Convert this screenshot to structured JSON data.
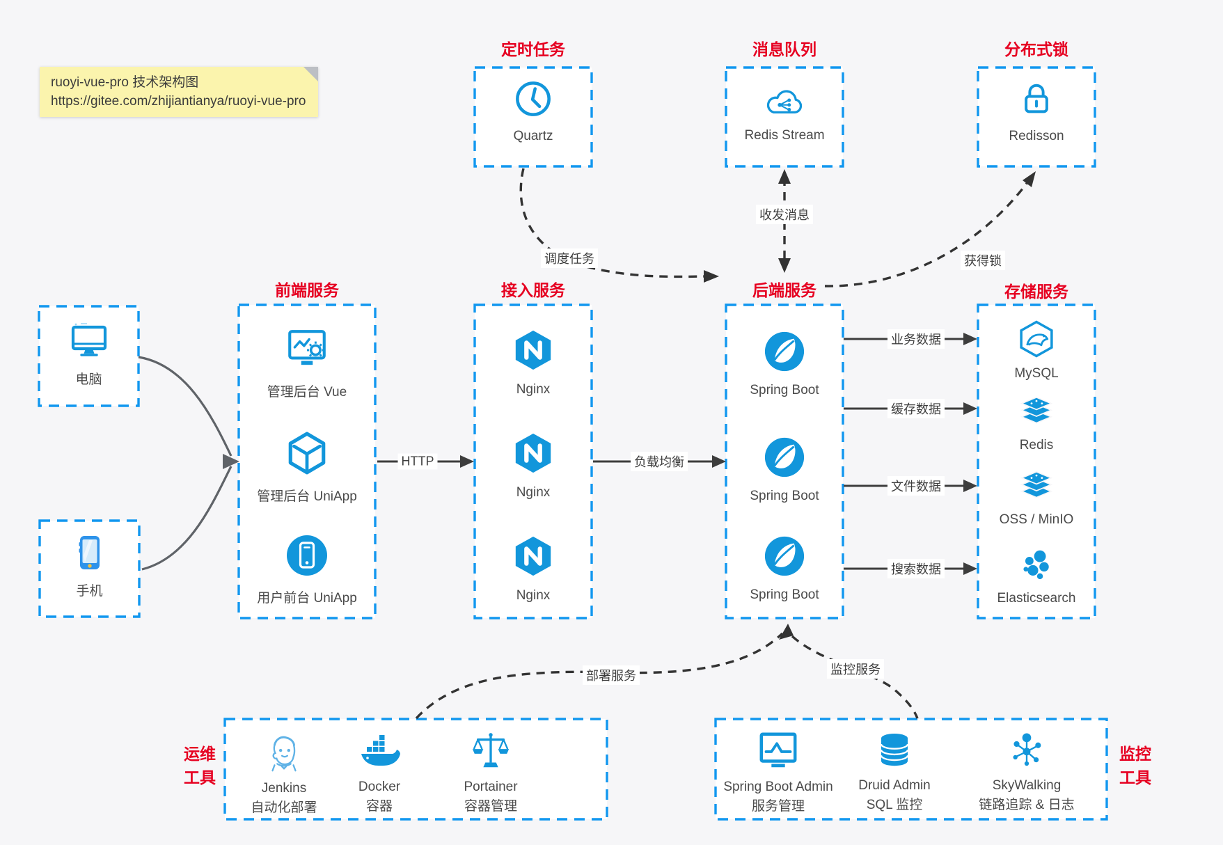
{
  "colors": {
    "page_bg": "#f6f6f8",
    "box_border_blue": "#1197ef",
    "icon_blue": "#1296db",
    "title_red": "#e60021",
    "arrow_dark": "#3d3d3d",
    "device_arrow_gray": "#5f6368",
    "note_bg": "#fbf4ad",
    "label_text": "#4a4a4a"
  },
  "note": {
    "line1": "ruoyi-vue-pro 技术架构图",
    "line2": "https://gitee.com/zhijiantianya/ruoyi-vue-pro"
  },
  "top_groups": [
    {
      "title": "定时任务",
      "item": {
        "icon": "clock-icon",
        "label": "Quartz"
      }
    },
    {
      "title": "消息队列",
      "item": {
        "icon": "mq-cloud-icon",
        "label": "Redis Stream"
      }
    },
    {
      "title": "分布式锁",
      "item": {
        "icon": "lock-icon",
        "label": "Redisson"
      }
    }
  ],
  "clients": [
    {
      "icon": "desktop-icon",
      "label": "电脑"
    },
    {
      "icon": "smartphone-icon",
      "label": "手机"
    }
  ],
  "columns": [
    {
      "title": "前端服务",
      "items": [
        {
          "icon": "admin-vue-icon",
          "label": "管理后台 Vue"
        },
        {
          "icon": "uniapp-cube-icon",
          "label": "管理后台 UniApp"
        },
        {
          "icon": "user-app-icon",
          "label": "用户前台 UniApp"
        }
      ]
    },
    {
      "title": "接入服务",
      "items": [
        {
          "icon": "nginx-icon",
          "label": "Nginx"
        },
        {
          "icon": "nginx-icon",
          "label": "Nginx"
        },
        {
          "icon": "nginx-icon",
          "label": "Nginx"
        }
      ]
    },
    {
      "title": "后端服务",
      "items": [
        {
          "icon": "spring-icon",
          "label": "Spring Boot"
        },
        {
          "icon": "spring-icon",
          "label": "Spring Boot"
        },
        {
          "icon": "spring-icon",
          "label": "Spring Boot"
        }
      ]
    },
    {
      "title": "存储服务",
      "items": [
        {
          "icon": "mysql-icon",
          "label": "MySQL"
        },
        {
          "icon": "redis-stack-icon",
          "label": "Redis"
        },
        {
          "icon": "oss-stack-icon",
          "label": "OSS / MinIO"
        },
        {
          "icon": "elasticsearch-icon",
          "label": "Elasticsearch"
        }
      ]
    }
  ],
  "edges": {
    "http": "HTTP",
    "load_balance": "负载均衡",
    "schedule": "调度任务",
    "message": "收发消息",
    "lock": "获得锁",
    "business_data": "业务数据",
    "cache_data": "缓存数据",
    "file_data": "文件数据",
    "search_data": "搜索数据",
    "deploy": "部署服务",
    "monitor": "监控服务"
  },
  "bottom_groups": [
    {
      "title_line1": "运维",
      "title_line2": "工具",
      "items": [
        {
          "icon": "jenkins-icon",
          "name": "Jenkins",
          "desc": "自动化部署"
        },
        {
          "icon": "docker-icon",
          "name": "Docker",
          "desc": "容器"
        },
        {
          "icon": "portainer-icon",
          "name": "Portainer",
          "desc": "容器管理"
        }
      ]
    },
    {
      "title_line1": "监控",
      "title_line2": "工具",
      "items": [
        {
          "icon": "spring-boot-admin-icon",
          "name": "Spring Boot Admin",
          "desc": "服务管理"
        },
        {
          "icon": "druid-icon",
          "name": "Druid Admin",
          "desc": "SQL 监控"
        },
        {
          "icon": "skywalking-icon",
          "name": "SkyWalking",
          "desc": "链路追踪 & 日志"
        }
      ]
    }
  ]
}
